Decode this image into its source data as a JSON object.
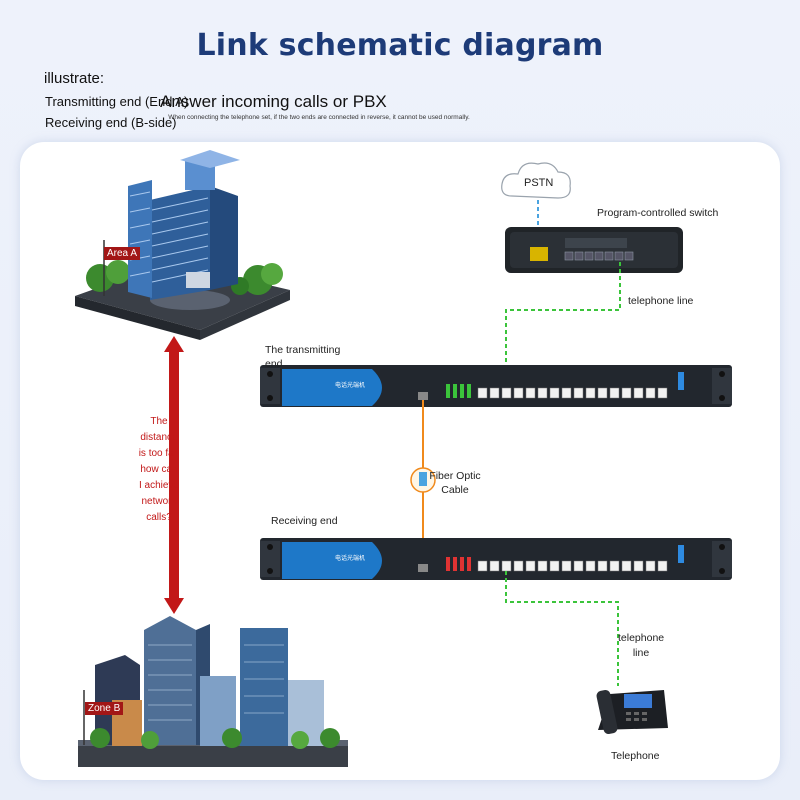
{
  "title": "Link schematic diagram",
  "illustrate": {
    "heading": "illustrate:",
    "transmitting": "Transmitting end (End A)",
    "receiving": "Receiving end (B-side)"
  },
  "answer": "Answer incoming calls or PBX",
  "note": "When connecting the telephone set, if the two ends are connected in reverse, it cannot be used normally.",
  "nodes": {
    "area_a": "Area A",
    "zone_b": "Zone B",
    "pstn": "PSTN",
    "switch": "Program-controlled switch",
    "telephone_line_top": "telephone line",
    "transmitting_end": "The transmitting end",
    "fiber": "Fiber Optic Cable",
    "receiving_end": "Receiving end",
    "telephone_line_bottom": "telephone line",
    "telephone": "Telephone"
  },
  "distance_question": "The distance is too far, how can I achieve network calls?",
  "device": {
    "brand_text": "电话光端机"
  },
  "colors": {
    "title": "#1d3b78",
    "red": "#c21818",
    "green_dashed": "#3bc43b",
    "fiber": "#f08a1c",
    "pstn_dashed": "#4aa3e0",
    "device_body": "#22272e"
  }
}
